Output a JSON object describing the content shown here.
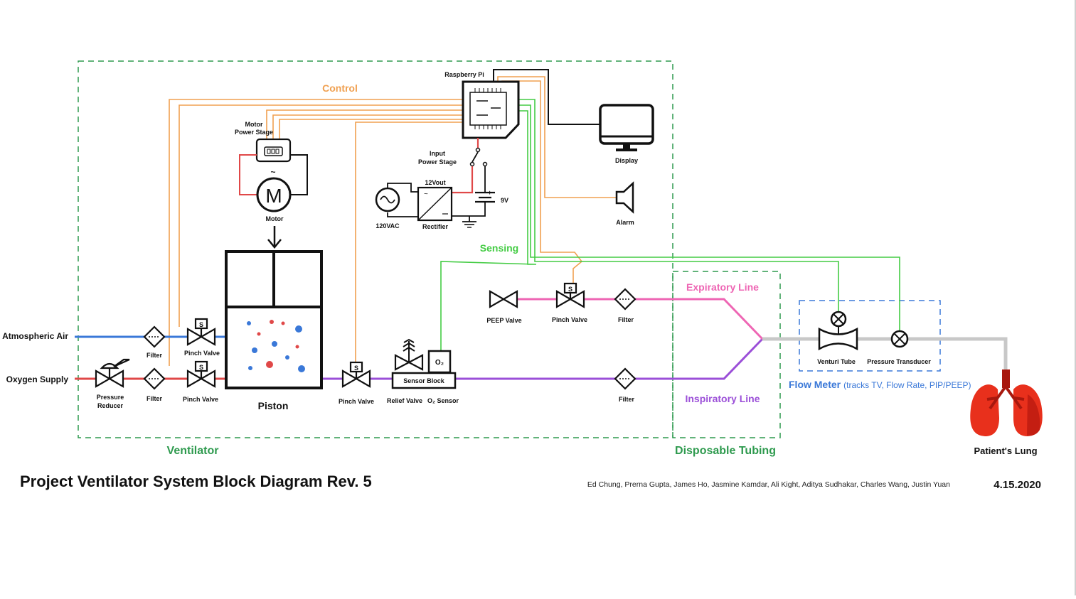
{
  "groups": {
    "ventilator": "Ventilator",
    "disposable": "Disposable Tubing",
    "flow_meter": "Flow Meter",
    "flow_meter_note": "(tracks TV, Flow Rate, PIP/PEEP)"
  },
  "signals": {
    "control": "Control",
    "sensing": "Sensing"
  },
  "inputs": {
    "atmospheric_air": "Atmospheric Air",
    "oxygen_supply": "Oxygen Supply"
  },
  "components": {
    "raspberry_pi": "Raspberry Pi",
    "motor_power_stage": [
      "Motor",
      "Power Stage"
    ],
    "motor_symbol": "M",
    "motor": "Motor",
    "input_power_stage": [
      "Input",
      "Power Stage"
    ],
    "rectifier_out": "12Vout",
    "rectifier": "Rectifier",
    "ac_source": "120VAC",
    "battery": "9V",
    "battery_plus": "+",
    "display": "Display",
    "alarm": "Alarm",
    "filter": "Filter",
    "pinch_valve": "Pinch Valve",
    "solenoid_mark": "S",
    "pressure_reducer": [
      "Pressure",
      "Reducer"
    ],
    "piston": "Piston",
    "sensor_block": "Sensor Block",
    "o2_symbol": "O₂",
    "relief_valve": "Relief Valve",
    "o2_sensor": "O₂ Sensor",
    "peep_valve": "PEEP Valve",
    "venturi_tube": "Venturi Tube",
    "pressure_transducer": "Pressure Transducer",
    "patient_lung": "Patient's Lung"
  },
  "lines": {
    "expiratory": "Expiratory Line",
    "inspiratory": "Inspiratory Line"
  },
  "footer": {
    "title": "Project Ventilator System Block Diagram Rev. 5",
    "authors": "Ed Chung, Prerna Gupta, James Ho, Jasmine Kamdar, Ali Kight, Aditya Sudhakar, Charles Wang, Justin Yuan",
    "date": "4.15.2020"
  },
  "colors": {
    "control": "#f0a050",
    "sensing": "#44cc44",
    "air": "#3a78d8",
    "oxygen": "#e04848",
    "mixed": "#9b4fd8",
    "expiratory": "#ee66b4",
    "output": "#c8c8c8",
    "ventilator_group": "#2e9a4e",
    "flow_meter_group": "#3a78d8"
  }
}
